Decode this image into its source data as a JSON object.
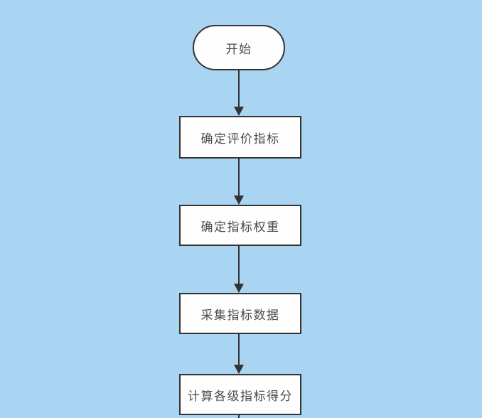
{
  "colors": {
    "canvas_bg": "#a9d5f3",
    "node_fill": "#fefefe",
    "node_border": "#333333",
    "node_text": "#4a4a4a",
    "connector": "#333333"
  },
  "flowchart": {
    "title": "",
    "nodes": [
      {
        "id": "start",
        "shape": "terminator",
        "label": "开始"
      },
      {
        "id": "step-1",
        "shape": "process",
        "label": "确定评价指标"
      },
      {
        "id": "step-2",
        "shape": "process",
        "label": "确定指标权重"
      },
      {
        "id": "step-3",
        "shape": "process",
        "label": "采集指标数据"
      },
      {
        "id": "step-4",
        "shape": "process",
        "label": "计算各级指标得分"
      }
    ],
    "connections": [
      {
        "from": "start",
        "to": "step-1"
      },
      {
        "from": "step-1",
        "to": "step-2"
      },
      {
        "from": "step-2",
        "to": "step-3"
      },
      {
        "from": "step-3",
        "to": "step-4"
      },
      {
        "from": "step-4",
        "to": "",
        "note": "continues below, cut off by screenshot edge"
      }
    ]
  }
}
